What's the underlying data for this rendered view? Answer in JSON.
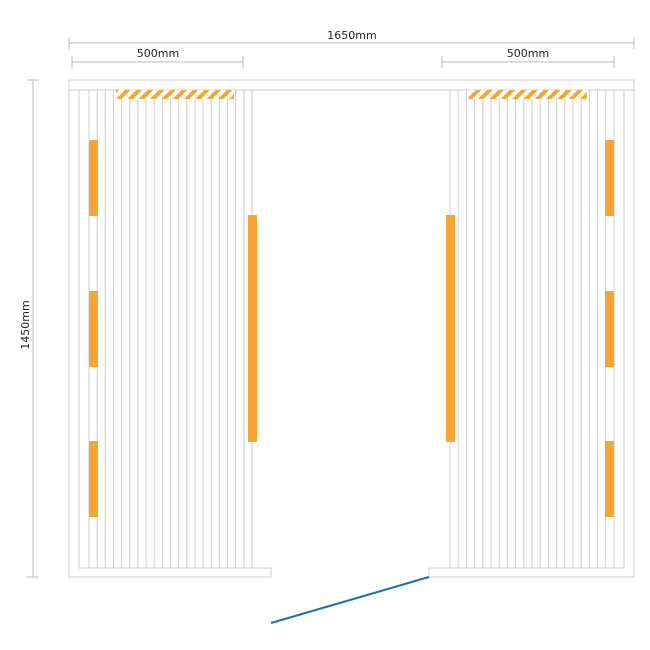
{
  "dimensions": {
    "total_width": "1650mm",
    "left_bench": "500mm",
    "right_bench": "500mm",
    "height": "1450mm"
  },
  "colors": {
    "wall": "#cccccc",
    "slat": "#cccccc",
    "dimension_line": "#bbbbbb",
    "heater": "#f5a533",
    "door": "#1a6fb5",
    "text": "#222222"
  },
  "legend_icons": {
    "heater": "heater-icon",
    "door": "door-icon",
    "backrest": "backrest-icon"
  }
}
